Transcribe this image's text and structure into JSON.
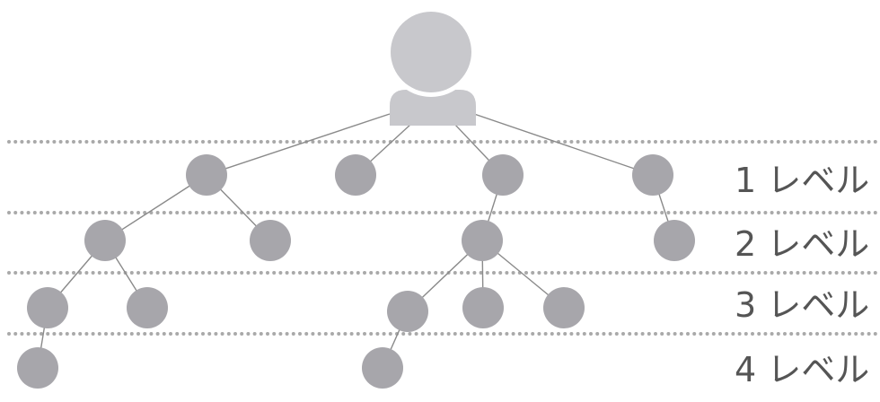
{
  "levels": [
    {
      "label": "1 レベル"
    },
    {
      "label": "2 レベル"
    },
    {
      "label": "3 レベル"
    },
    {
      "label": "4 レベル"
    }
  ],
  "colors": {
    "root": "#c8c8cc",
    "node": "#a7a6ab",
    "edge": "#8a8a8a",
    "divider": "#a9a9a9",
    "label": "#555555"
  },
  "tree": {
    "root": {
      "icon": "person-icon"
    },
    "level_1_nodes": 4,
    "level_2_nodes": 4,
    "level_3_nodes": 5,
    "level_4_nodes": 2
  }
}
